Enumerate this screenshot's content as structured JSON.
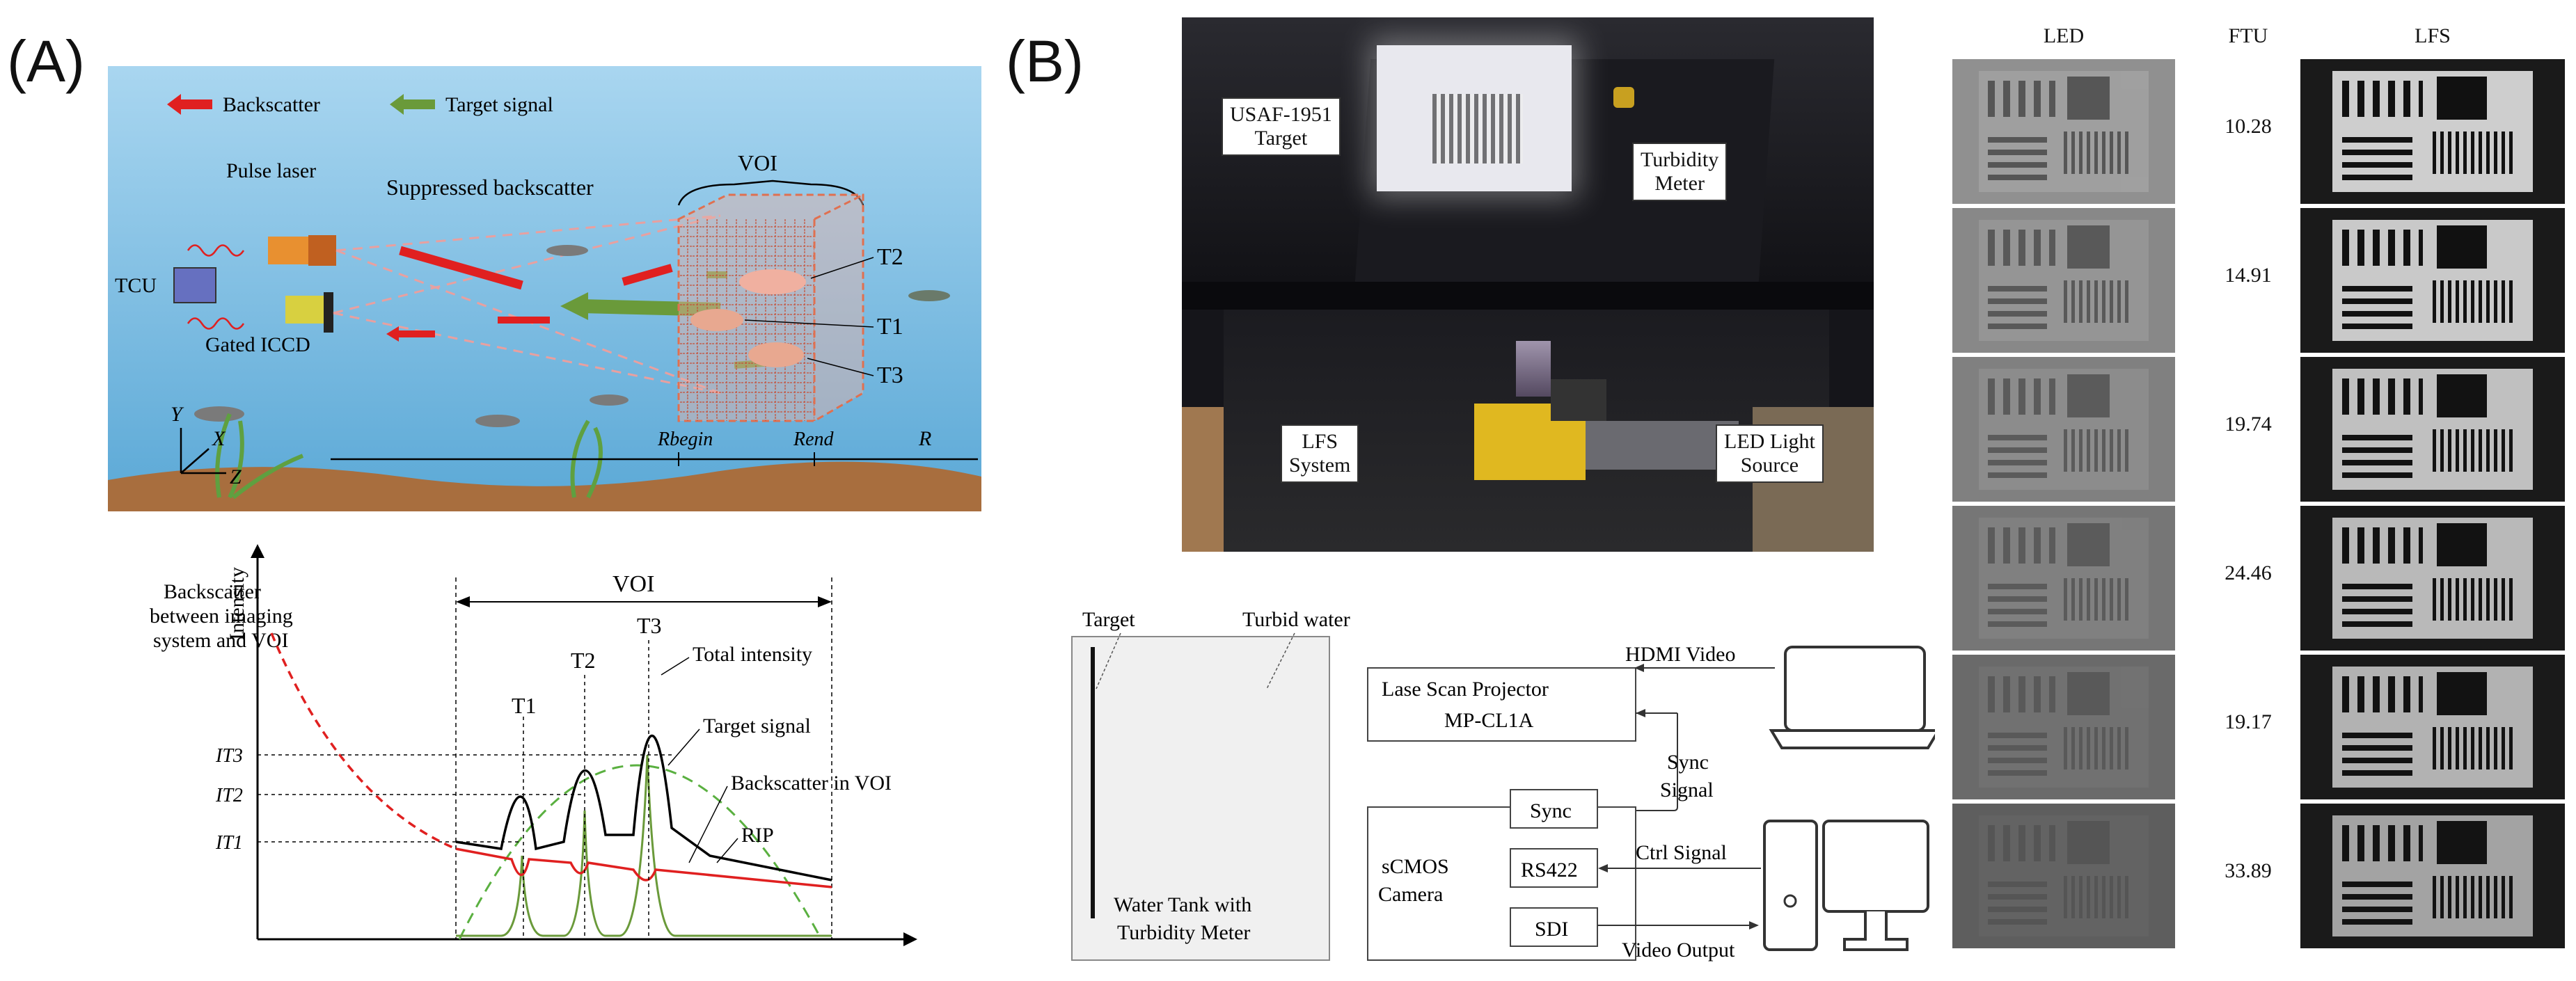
{
  "panelA": {
    "label": "(A)",
    "legend": {
      "backscatter": "Backscatter",
      "target": "Target signal"
    },
    "scene": {
      "suppressed": "Suppressed backscatter",
      "voi": "VOI",
      "pulse_laser": "Pulse laser",
      "tcu": "TCU",
      "gated_iccd": "Gated ICCD",
      "t2": "T2",
      "t1": "T1",
      "t3": "T3",
      "axis_y": "Y",
      "axis_x": "X",
      "axis_z": "Z",
      "r_begin": "Rbegin",
      "r_end": "Rend",
      "r": "R"
    },
    "plot": {
      "ylabel": "Intensity",
      "voi": "VOI",
      "backscatter_between_1": "Backscatter",
      "backscatter_between_2": "between imaging",
      "backscatter_between_3": "system and VOI",
      "total_intensity": "Total intensity",
      "target_signal": "Target signal",
      "backscatter_voi": "Backscatter in VOI",
      "rip": "RIP",
      "t1": "T1",
      "t2": "T2",
      "t3": "T3",
      "it3": "IT3",
      "it2": "IT2",
      "it1": "IT1"
    }
  },
  "panelB": {
    "label": "(B)",
    "photo": {
      "usaf_1": "USAF-1951",
      "usaf_2": "Target",
      "turb_1": "Turbidity",
      "turb_2": "Meter",
      "lfs_1": "LFS",
      "lfs_2": "System",
      "led_1": "LED Light",
      "led_2": "Source"
    },
    "schematic": {
      "target": "Target",
      "turbid": "Turbid water",
      "tank_1": "Water Tank with",
      "tank_2": "Turbidity Meter",
      "projector_1": "Lase Scan Projector",
      "projector_2": "MP-CL1A",
      "hdmi": "HDMI Video",
      "sync_sig_1": "Sync",
      "sync_sig_2": "Signal",
      "scmos_1": "sCMOS",
      "scmos_2": "Camera",
      "sync": "Sync",
      "rs422": "RS422",
      "sdi": "SDI",
      "ctrl": "Ctrl Signal",
      "video_out": "Video Output"
    },
    "comparison": {
      "led_header": "LED",
      "ftu_header": "FTU",
      "lfs_header": "LFS",
      "ftu_values": [
        "10.28",
        "14.91",
        "19.74",
        "24.46",
        "19.17",
        "33.89"
      ],
      "led_brightness": [
        0.62,
        0.55,
        0.48,
        0.4,
        0.3,
        0.2
      ],
      "lfs_contrast": [
        0.95,
        0.92,
        0.88,
        0.84,
        0.8,
        0.72
      ]
    }
  },
  "colors": {
    "backscatter": "#e02020",
    "target": "#6a9a3a",
    "water_top": "#8fc8ea",
    "water_bottom": "#4f9fd0",
    "seabed": "#a87040",
    "voi_box": "#e07050"
  }
}
